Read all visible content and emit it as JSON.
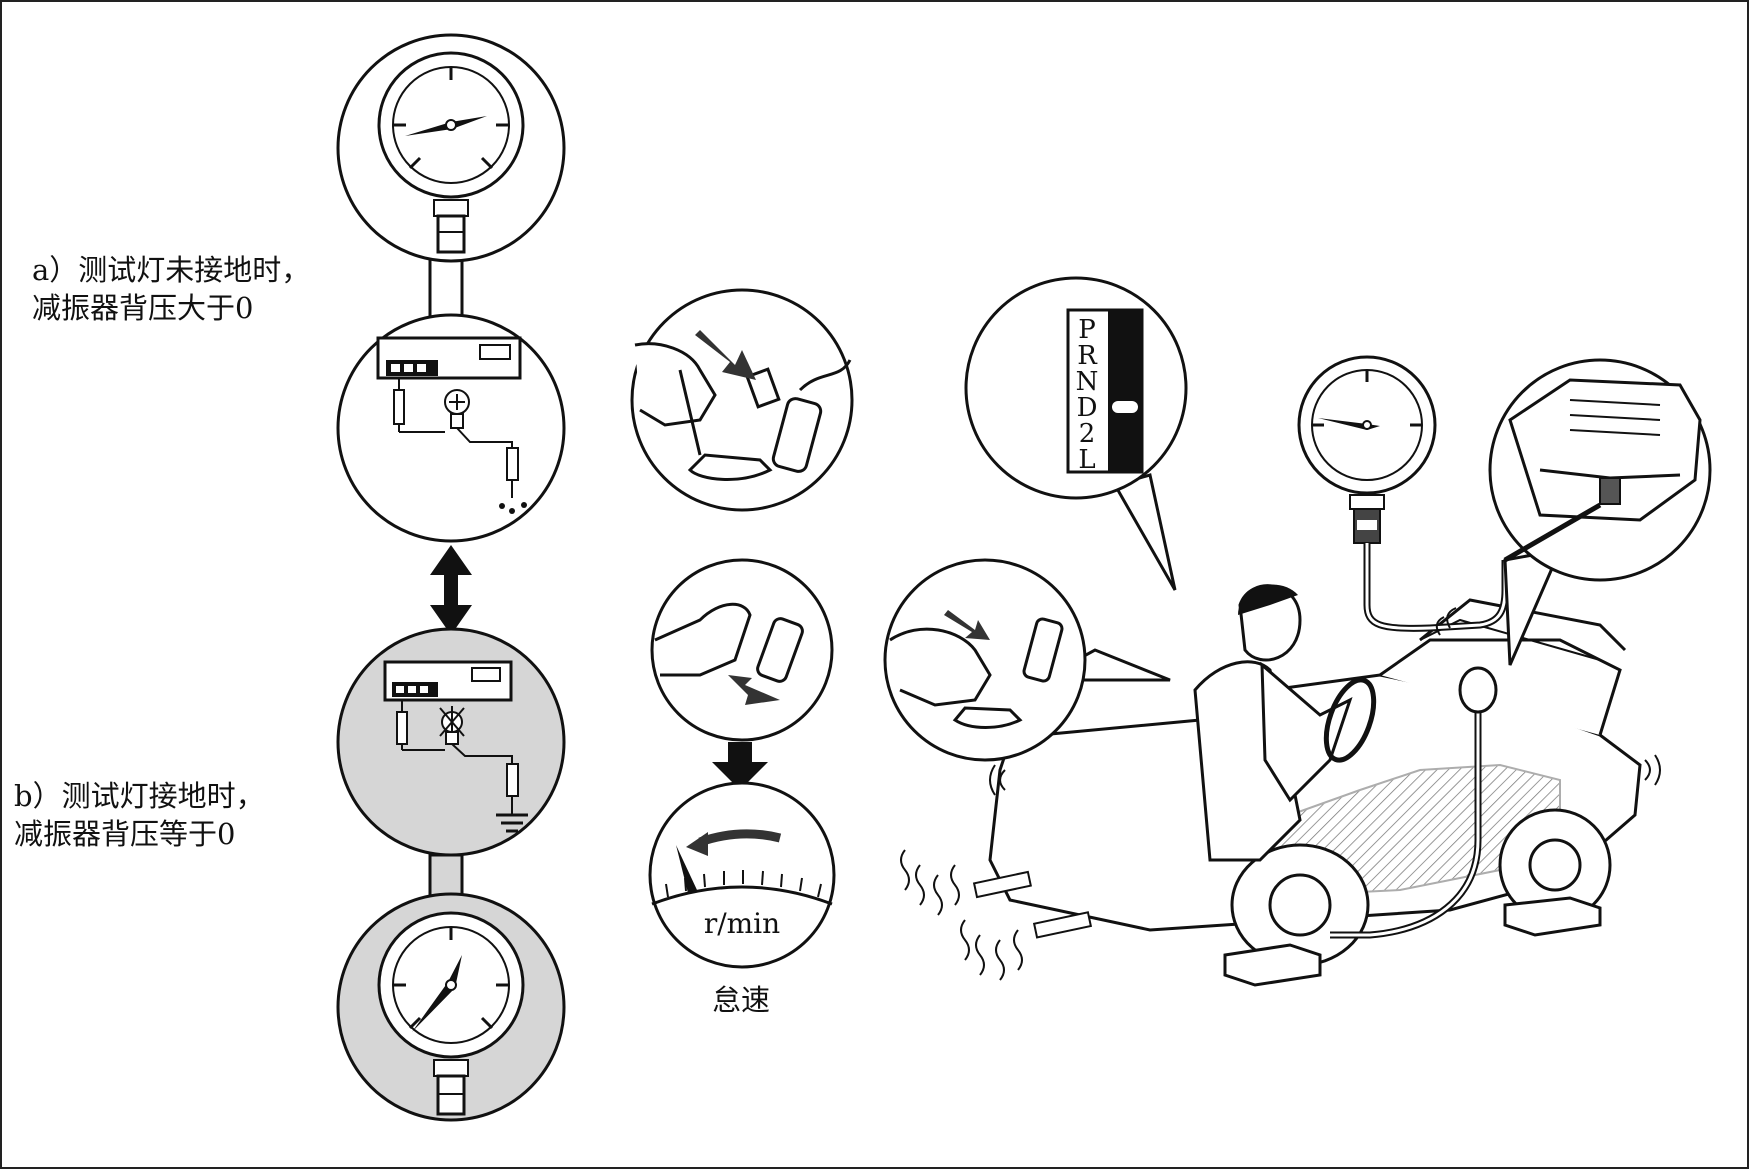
{
  "captions": {
    "a_line1": "a）测试灯未接地时，",
    "a_line2": "减振器背压大于0",
    "b_line1": "b）测试灯接地时，",
    "b_line2": "减振器背压等于0",
    "idle": "怠速"
  },
  "tachometer": {
    "unit": "r/min"
  },
  "gear_selector": {
    "positions": [
      "P",
      "R",
      "N",
      "D",
      "2",
      "L"
    ],
    "selected": "D"
  },
  "colors": {
    "line": "#111111",
    "shade": "#d6d6d6",
    "background": "#ffffff"
  },
  "icons": [
    "pressure-gauge-icon",
    "test-lamp-icon",
    "ground-icon",
    "pedal-icon",
    "down-arrow-icon",
    "double-arrow-icon",
    "exhaust-icon"
  ]
}
